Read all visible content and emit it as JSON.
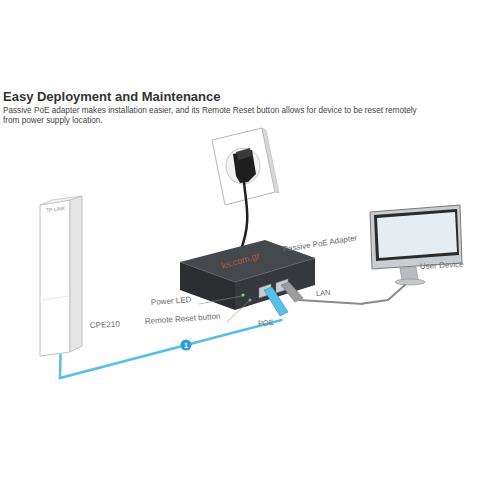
{
  "diagram": {
    "title": "Easy Deployment and Maintenance",
    "caption": "Passive PoE adapter makes installation easier, and its Remote Reset button allows for device to be reset remotely from power supply location.",
    "nodes": [
      {
        "text": [
          "CPE210"
        ]
      },
      {
        "text": [
          "Passive PoE Adapter"
        ]
      },
      {
        "text": [
          "User Device"
        ]
      }
    ],
    "edges": [
      {
        "from": 0,
        "to": 1,
        "label": "1",
        "arrow": "none"
      },
      {
        "from": 1,
        "to": 2,
        "arrow": "none"
      }
    ],
    "labels": [
      "Power LED",
      "Remote Reset button",
      "POE",
      "LAN",
      "TP-LINK",
      "ks.com.gr"
    ]
  }
}
